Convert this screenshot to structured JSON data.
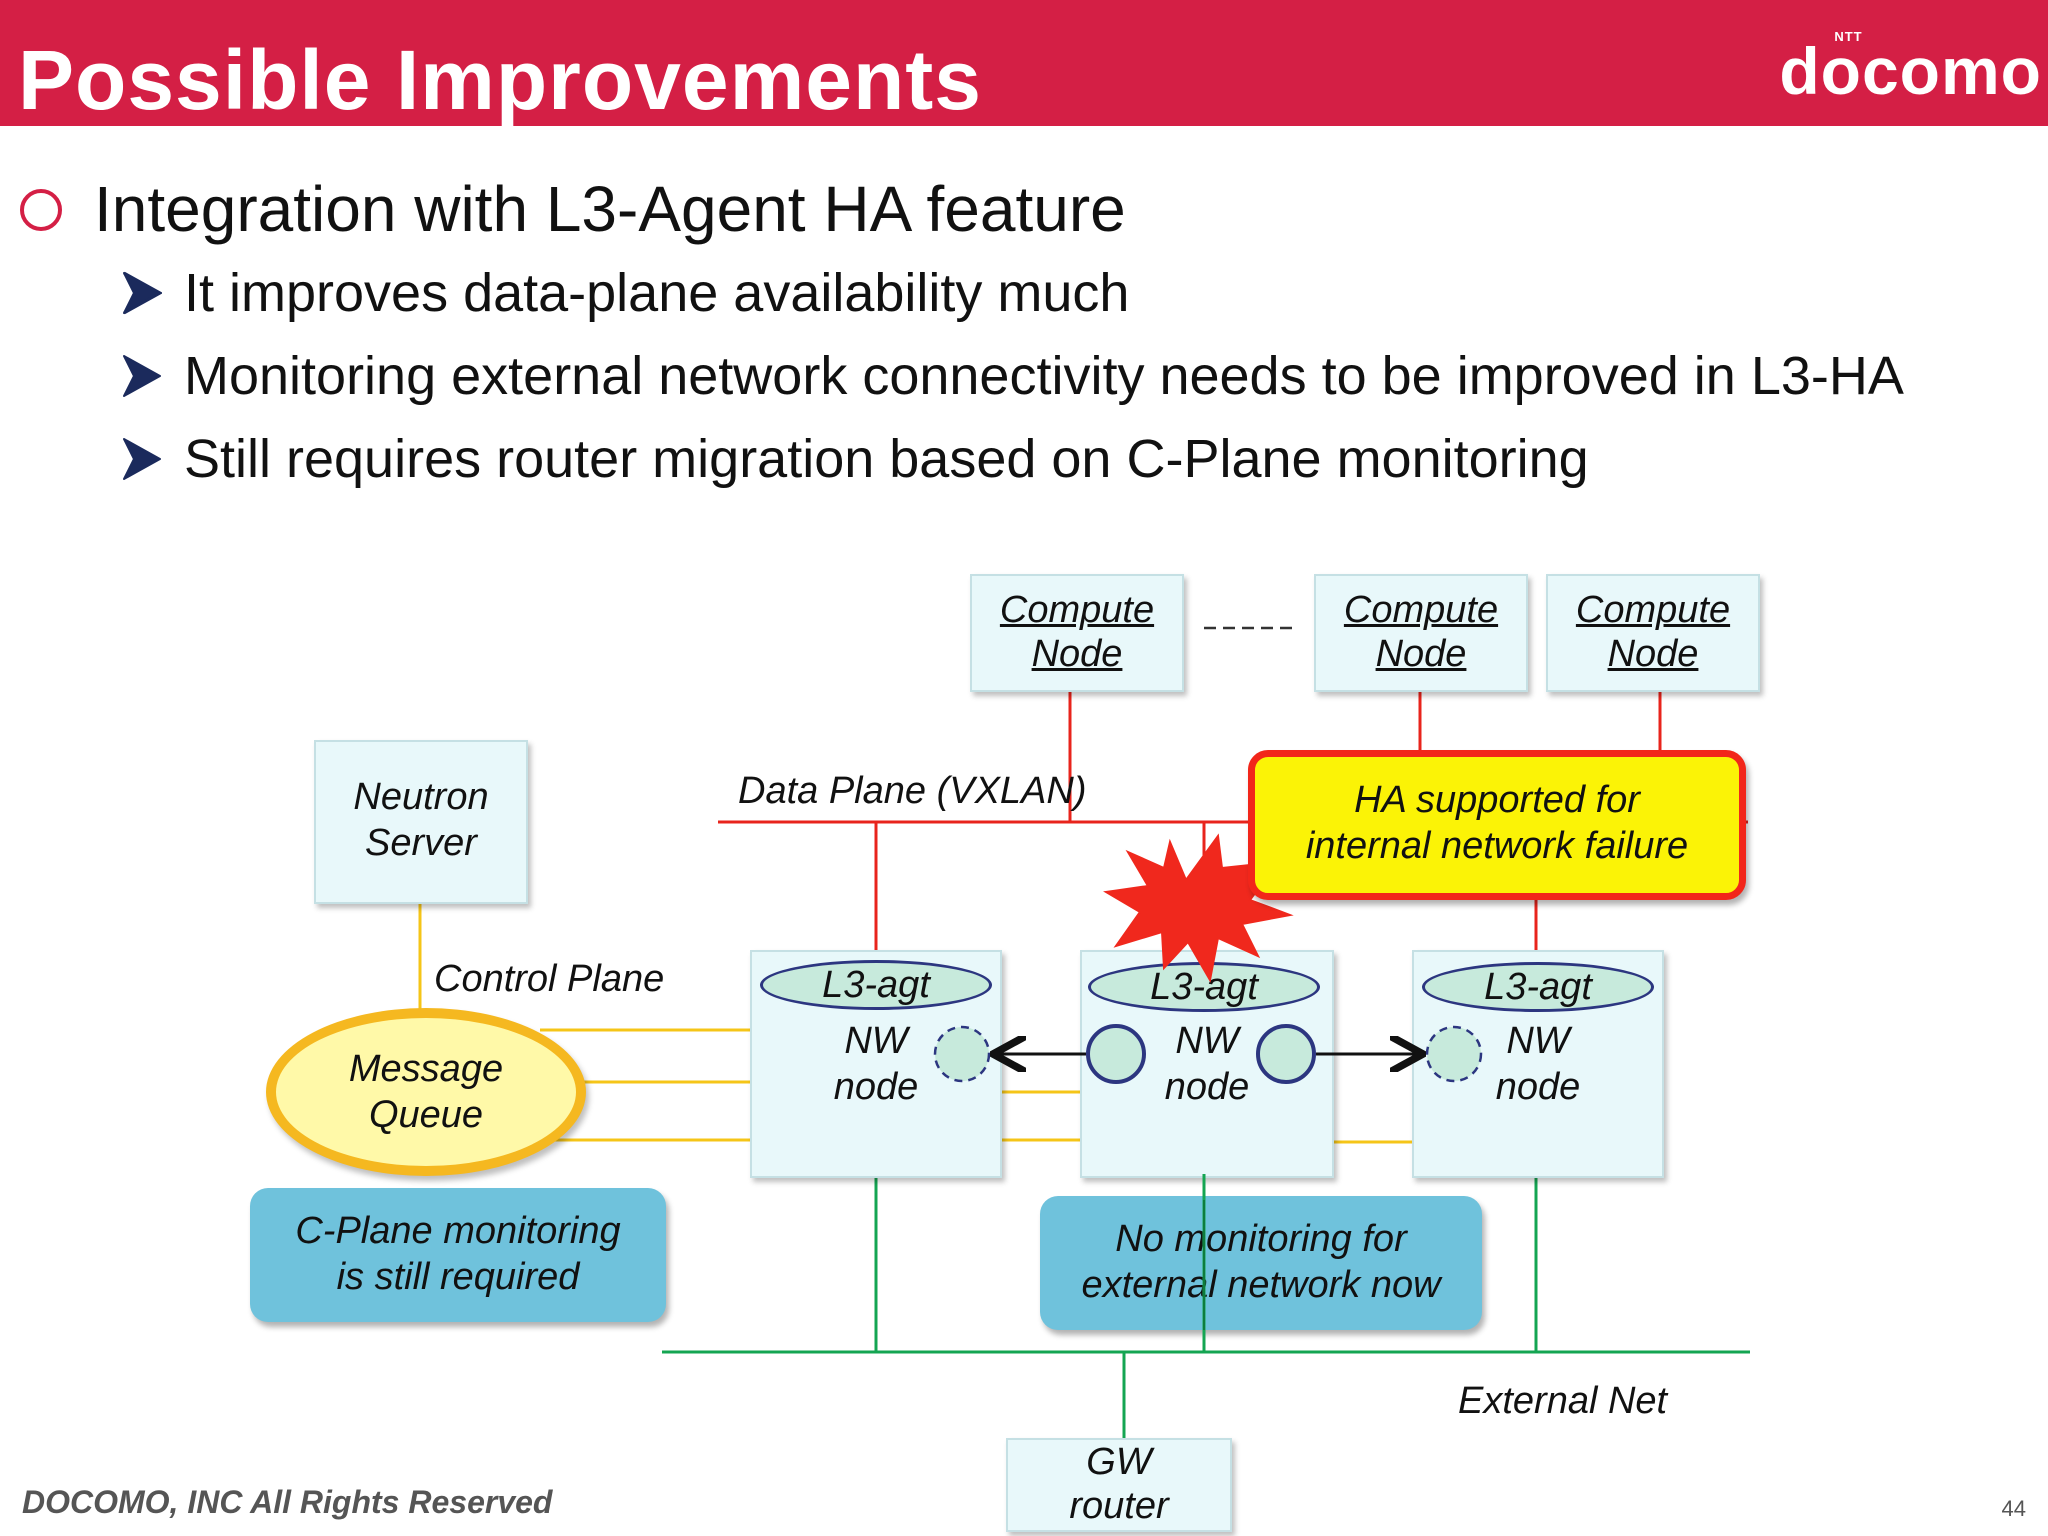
{
  "header": {
    "title": "Possible Improvements",
    "brand": "docomo",
    "brand_prefix": "NTT",
    "color": "#d41f45"
  },
  "content": {
    "main_bullet": "Integration with L3-Agent HA feature",
    "sub_bullets": [
      "It improves data-plane availability much",
      "Monitoring external network connectivity needs to be improved in L3-HA",
      "Still requires router migration based on C-Plane monitoring"
    ]
  },
  "diagram": {
    "compute_nodes": [
      {
        "line1": "Compute",
        "line2": "Node"
      },
      {
        "line1": "Compute",
        "line2": "Node"
      },
      {
        "line1": "Compute",
        "line2": "Node"
      }
    ],
    "neutron_server": {
      "line1": "Neutron",
      "line2": "Server"
    },
    "data_plane_label": "Data Plane (VXLAN)",
    "control_plane_label": "Control Plane",
    "message_queue": {
      "line1": "Message",
      "line2": "Queue"
    },
    "ha_callout": {
      "line1": "HA supported for",
      "line2": "internal network failure"
    },
    "nw_nodes": [
      {
        "agent": "L3-agt",
        "line1": "NW",
        "line2": "node"
      },
      {
        "agent": "L3-agt",
        "line1": "NW",
        "line2": "node"
      },
      {
        "agent": "L3-agt",
        "line1": "NW",
        "line2": "node"
      }
    ],
    "cplane_callout": {
      "line1": "C-Plane monitoring",
      "line2": "is still required"
    },
    "no_monitor_callout": {
      "line1": "No monitoring for",
      "line2": "external network now"
    },
    "external_net_label": "External Net",
    "gw_router": {
      "line1": "GW",
      "line2": "router"
    },
    "colors": {
      "data_plane": "#e8241c",
      "control_plane": "#f5c518",
      "external_net": "#14a552",
      "callout_blue": "#6fc2dc",
      "callout_yellow": "#fbf306"
    }
  },
  "footer": {
    "copyright": "DOCOMO, INC All Rights Reserved",
    "page_number": "44"
  }
}
